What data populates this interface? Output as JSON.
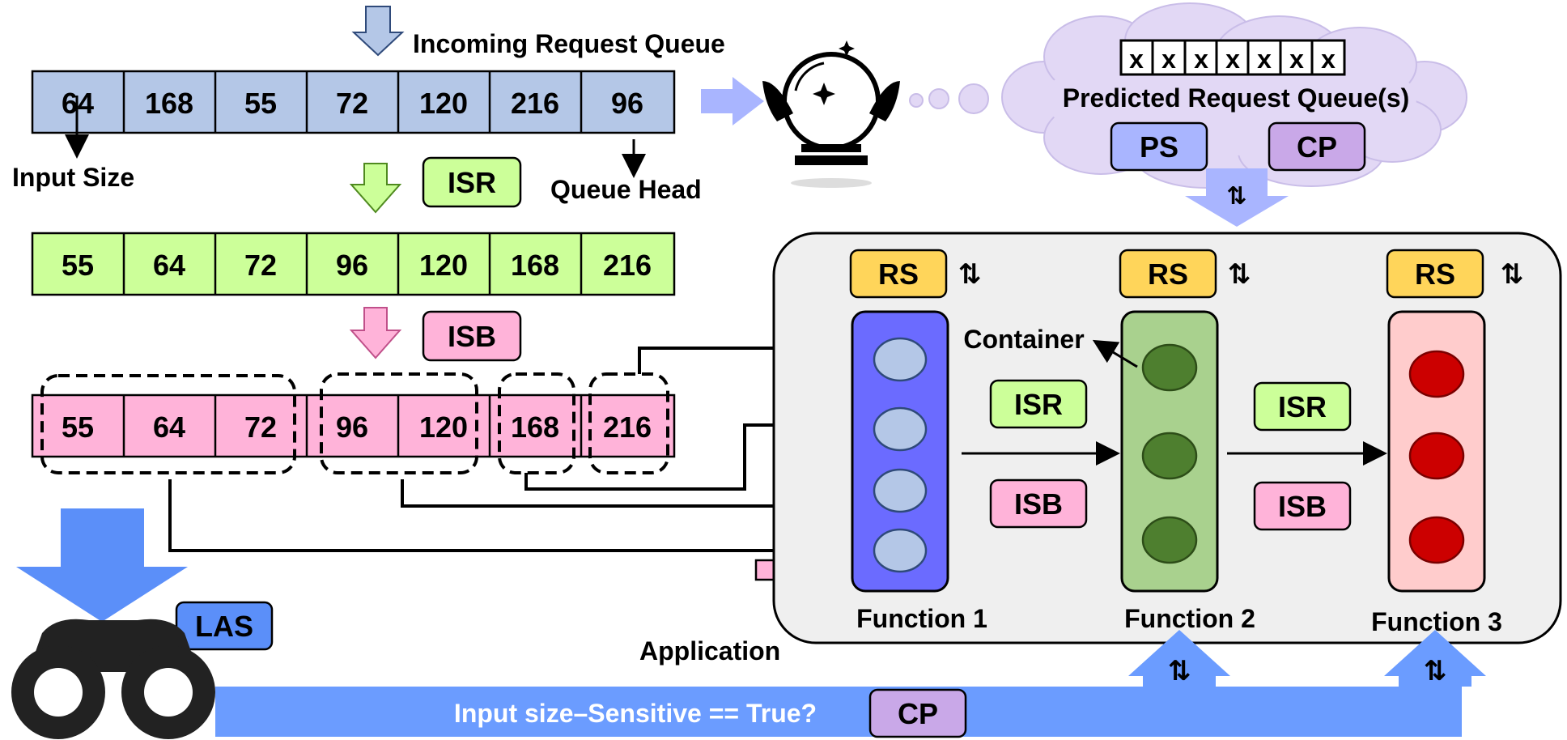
{
  "incoming_queue": {
    "label": "Incoming Request Queue",
    "values": [
      "64",
      "168",
      "55",
      "72",
      "120",
      "216",
      "96"
    ]
  },
  "isr_queue": {
    "values": [
      "55",
      "64",
      "72",
      "96",
      "120",
      "168",
      "216"
    ]
  },
  "isb_queue": {
    "values": [
      "55",
      "64",
      "72",
      "96",
      "120",
      "168",
      "216"
    ]
  },
  "annotations": {
    "input_size": "Input Size",
    "queue_head": "Queue Head",
    "container": "Container",
    "application": "Application"
  },
  "badges": {
    "isr": "ISR",
    "isb": "ISB",
    "las": "LAS",
    "ps": "PS",
    "cp": "CP",
    "rs": "RS"
  },
  "prediction": {
    "label": "Predicted Request Queue(s)",
    "slots": [
      "x",
      "x",
      "x",
      "x",
      "x",
      "x",
      "x"
    ]
  },
  "functions": [
    "Function 1",
    "Function 2",
    "Function 3"
  ],
  "bottom_bar": {
    "label": "Input size–Sensitive == True?"
  },
  "colors": {
    "incoming": "#b4c7e7",
    "isr": "#ccff99",
    "isb": "#ffb3d9",
    "las": "#5b8ff9",
    "ps": "#a9b5ff",
    "cp": "#c9a8e8",
    "rs": "#ffd55a",
    "bottom_bar": "#6b9cff",
    "function1": "#6b6bff",
    "function2": "#a9d18e",
    "function3": "#ffcccc"
  }
}
